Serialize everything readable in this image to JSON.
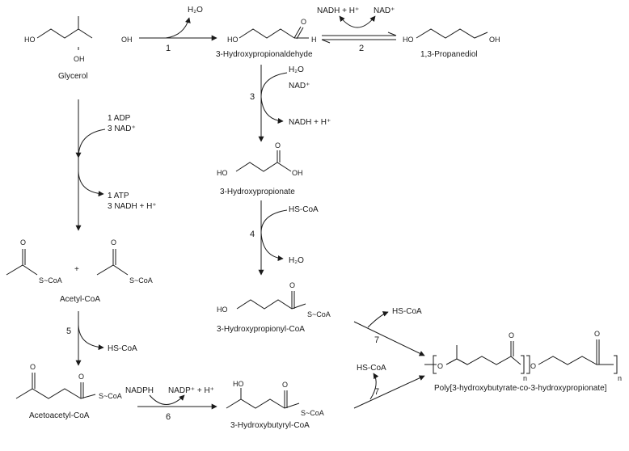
{
  "compounds": {
    "glycerol": "Glycerol",
    "hpa": "3-Hydroxypropionaldehyde",
    "pdo": "1,3-Propanediol",
    "hp": "3-Hydroxypropionate",
    "hpcoa": "3-Hydroxypropionyl-CoA",
    "acetyl": "Acetyl-CoA",
    "acetoacetyl": "Acetoacetyl-CoA",
    "hbcoa": "3-Hydroxybutyryl-CoA",
    "polymer": "Poly[3-hydroxybutyrate-co-3-hydroxypropionate]"
  },
  "atoms": {
    "ho": "HO",
    "oh": "OH",
    "o": "O",
    "h": "H",
    "scoa": "S~CoA",
    "plus": "+",
    "n": "n"
  },
  "cofactors": {
    "h2o": "H₂O",
    "nadh_h": "NADH + H⁺",
    "nad": "NAD⁺",
    "adp": "1 ADP",
    "nad3": "3 NAD⁺",
    "atp": "1 ATP",
    "nadh3": "3 NADH + H⁺",
    "hscoa": "HS-CoA",
    "nadph": "NADPH",
    "nadp_h": "NADP⁺ + H⁺"
  },
  "steps": {
    "s1": "1",
    "s2": "2",
    "s3": "3",
    "s4": "4",
    "s5": "5",
    "s6": "6",
    "s7": "7"
  }
}
